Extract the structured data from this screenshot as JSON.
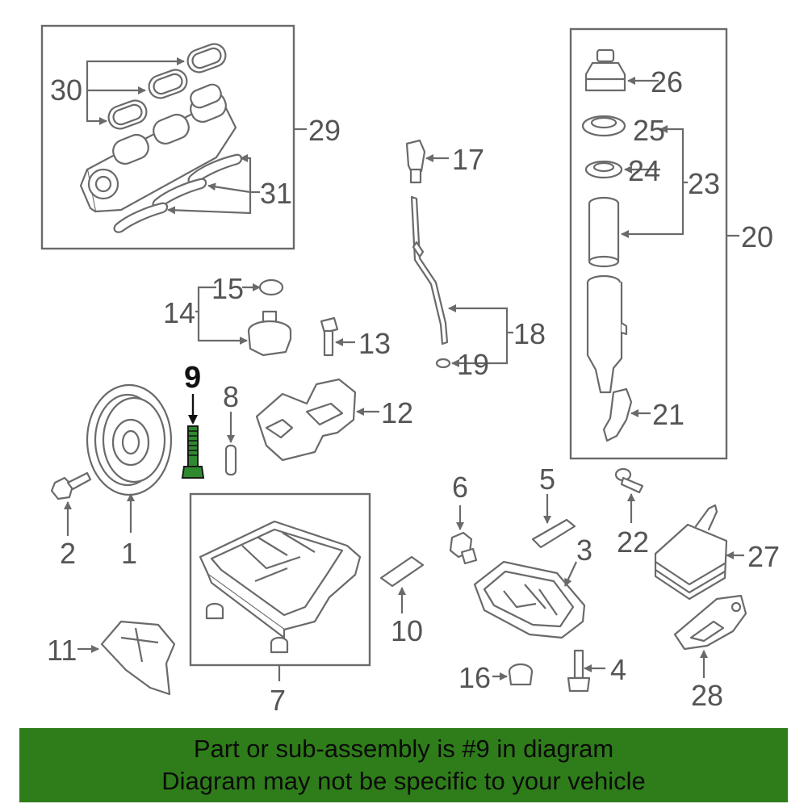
{
  "callouts": {
    "c1": "1",
    "c2": "2",
    "c3": "3",
    "c4": "4",
    "c5": "5",
    "c6": "6",
    "c7": "7",
    "c8": "8",
    "c9": "9",
    "c10": "10",
    "c11": "11",
    "c12": "12",
    "c13": "13",
    "c14": "14",
    "c15": "15",
    "c16": "16",
    "c17": "17",
    "c18": "18",
    "c19": "19",
    "c20": "20",
    "c21": "21",
    "c22": "22",
    "c23": "23",
    "c24": "24",
    "c25": "25",
    "c26": "26",
    "c27": "27",
    "c28": "28",
    "c29": "29",
    "c30": "30",
    "c31": "31"
  },
  "banner": {
    "line1": "Part or sub-assembly is #9 in diagram",
    "line2": "Diagram may not be specific to your vehicle"
  },
  "colors": {
    "banner_bg": "#2e7d1a",
    "highlight_part": "#2f8a2f",
    "line_art": "#6a6a6a"
  }
}
